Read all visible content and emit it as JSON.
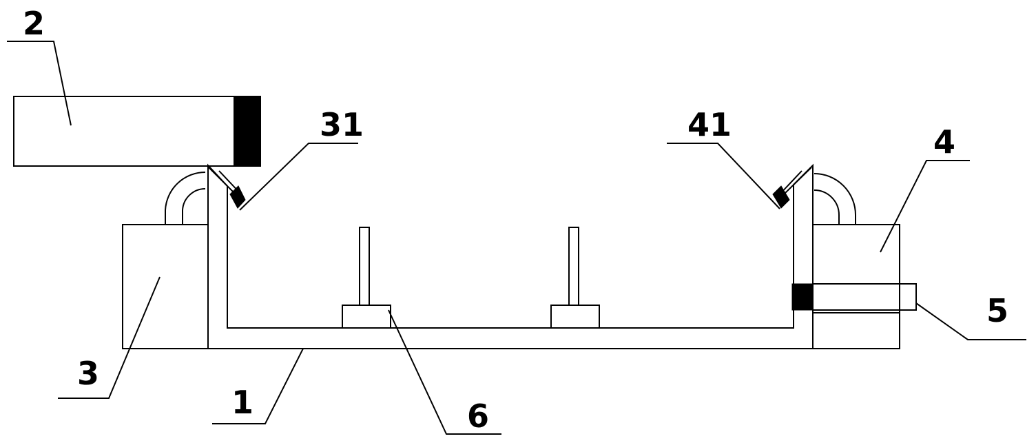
{
  "labels": {
    "part_1": "1",
    "part_2": "2",
    "part_3": "3",
    "part_4": "4",
    "part_5": "5",
    "part_6": "6",
    "part_31": "31",
    "part_41": "41"
  },
  "colors": {
    "line": "#000000",
    "fill_dark": "#000000",
    "background": "#ffffff"
  }
}
